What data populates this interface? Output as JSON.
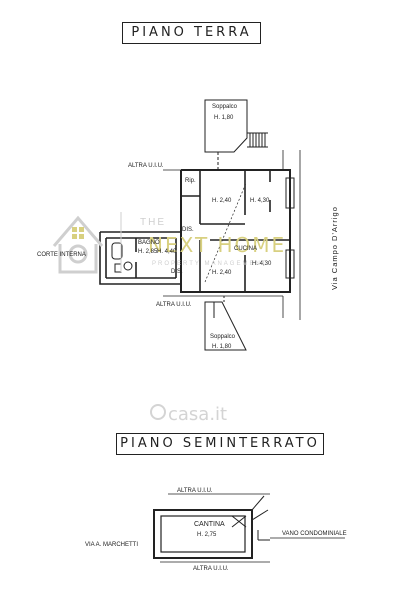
{
  "floors": {
    "ground": {
      "title": "PIANO TERRA",
      "labels": {
        "soppalco_top": "Soppalco",
        "soppalco_top_h": "H. 1,80",
        "altra_top": "ALTRA U.I.U.",
        "rip": "Rip.",
        "h240_top": "H. 2,40",
        "h430_top": "H. 4,30",
        "dis_mid": "DIS.",
        "bagno": "BAGNO",
        "h285": "H. 2,85",
        "h440": "H. 4,40",
        "cucina": "CUCINA",
        "h240_bot": "H. 2,40",
        "h430_bot": "H. 4,30",
        "dis_left": "DIS.",
        "corte": "CORTE INTERNA",
        "altra_bottom": "ALTRA U.I.U.",
        "soppalco_bot": "Soppalco",
        "soppalco_bot_h": "H. 1,80",
        "road": "Via Campo D'Arrigo"
      }
    },
    "basement": {
      "title": "PIANO SEMINTERRATO",
      "labels": {
        "altra_top": "ALTRA U.I.U.",
        "cantina": "CANTINA",
        "h275": "H. 2,75",
        "via_marchetti": "VIA A. MARCHETTI",
        "vano": "VANO CONDOMINIALE",
        "altra_bottom": "ALTRA U.I.U."
      }
    }
  },
  "watermark": {
    "the": "THE",
    "brand": "NEXT HOME",
    "sub": "PROPERTY MANAGEMENT",
    "site": "casa.it"
  }
}
